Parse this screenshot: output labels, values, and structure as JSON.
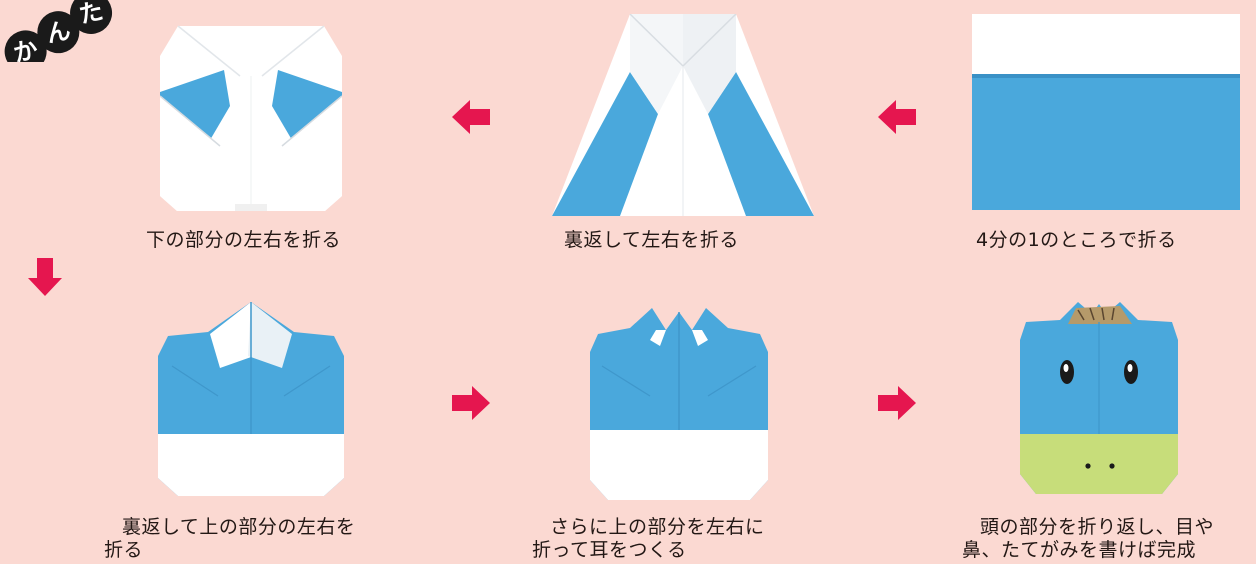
{
  "corner_tag": {
    "chars": [
      "か",
      "ん",
      "た"
    ]
  },
  "steps": [
    {
      "caption_lines": [
        "4分の1のところで折る"
      ]
    },
    {
      "caption_lines": [
        "裏返して左右を折る"
      ]
    },
    {
      "caption_lines": [
        "下の部分の左右を折る"
      ]
    },
    {
      "caption_lines": [
        "裏返して上の部分の左右を",
        "折る"
      ]
    },
    {
      "caption_lines": [
        "さらに上の部分を左右に",
        "折って耳をつくる"
      ]
    },
    {
      "caption_lines": [
        "頭の部分を折り返し、目や",
        "鼻、たてがみを書けば完成"
      ]
    }
  ],
  "colors": {
    "background": "#fbd9d2",
    "paper_blue": "#4aa8dc",
    "paper_white": "#ffffff",
    "arrow_red": "#e5164f",
    "muzzle_green": "#c7dd7a"
  },
  "icons": {
    "arrow": "red-block-arrow-icon"
  }
}
